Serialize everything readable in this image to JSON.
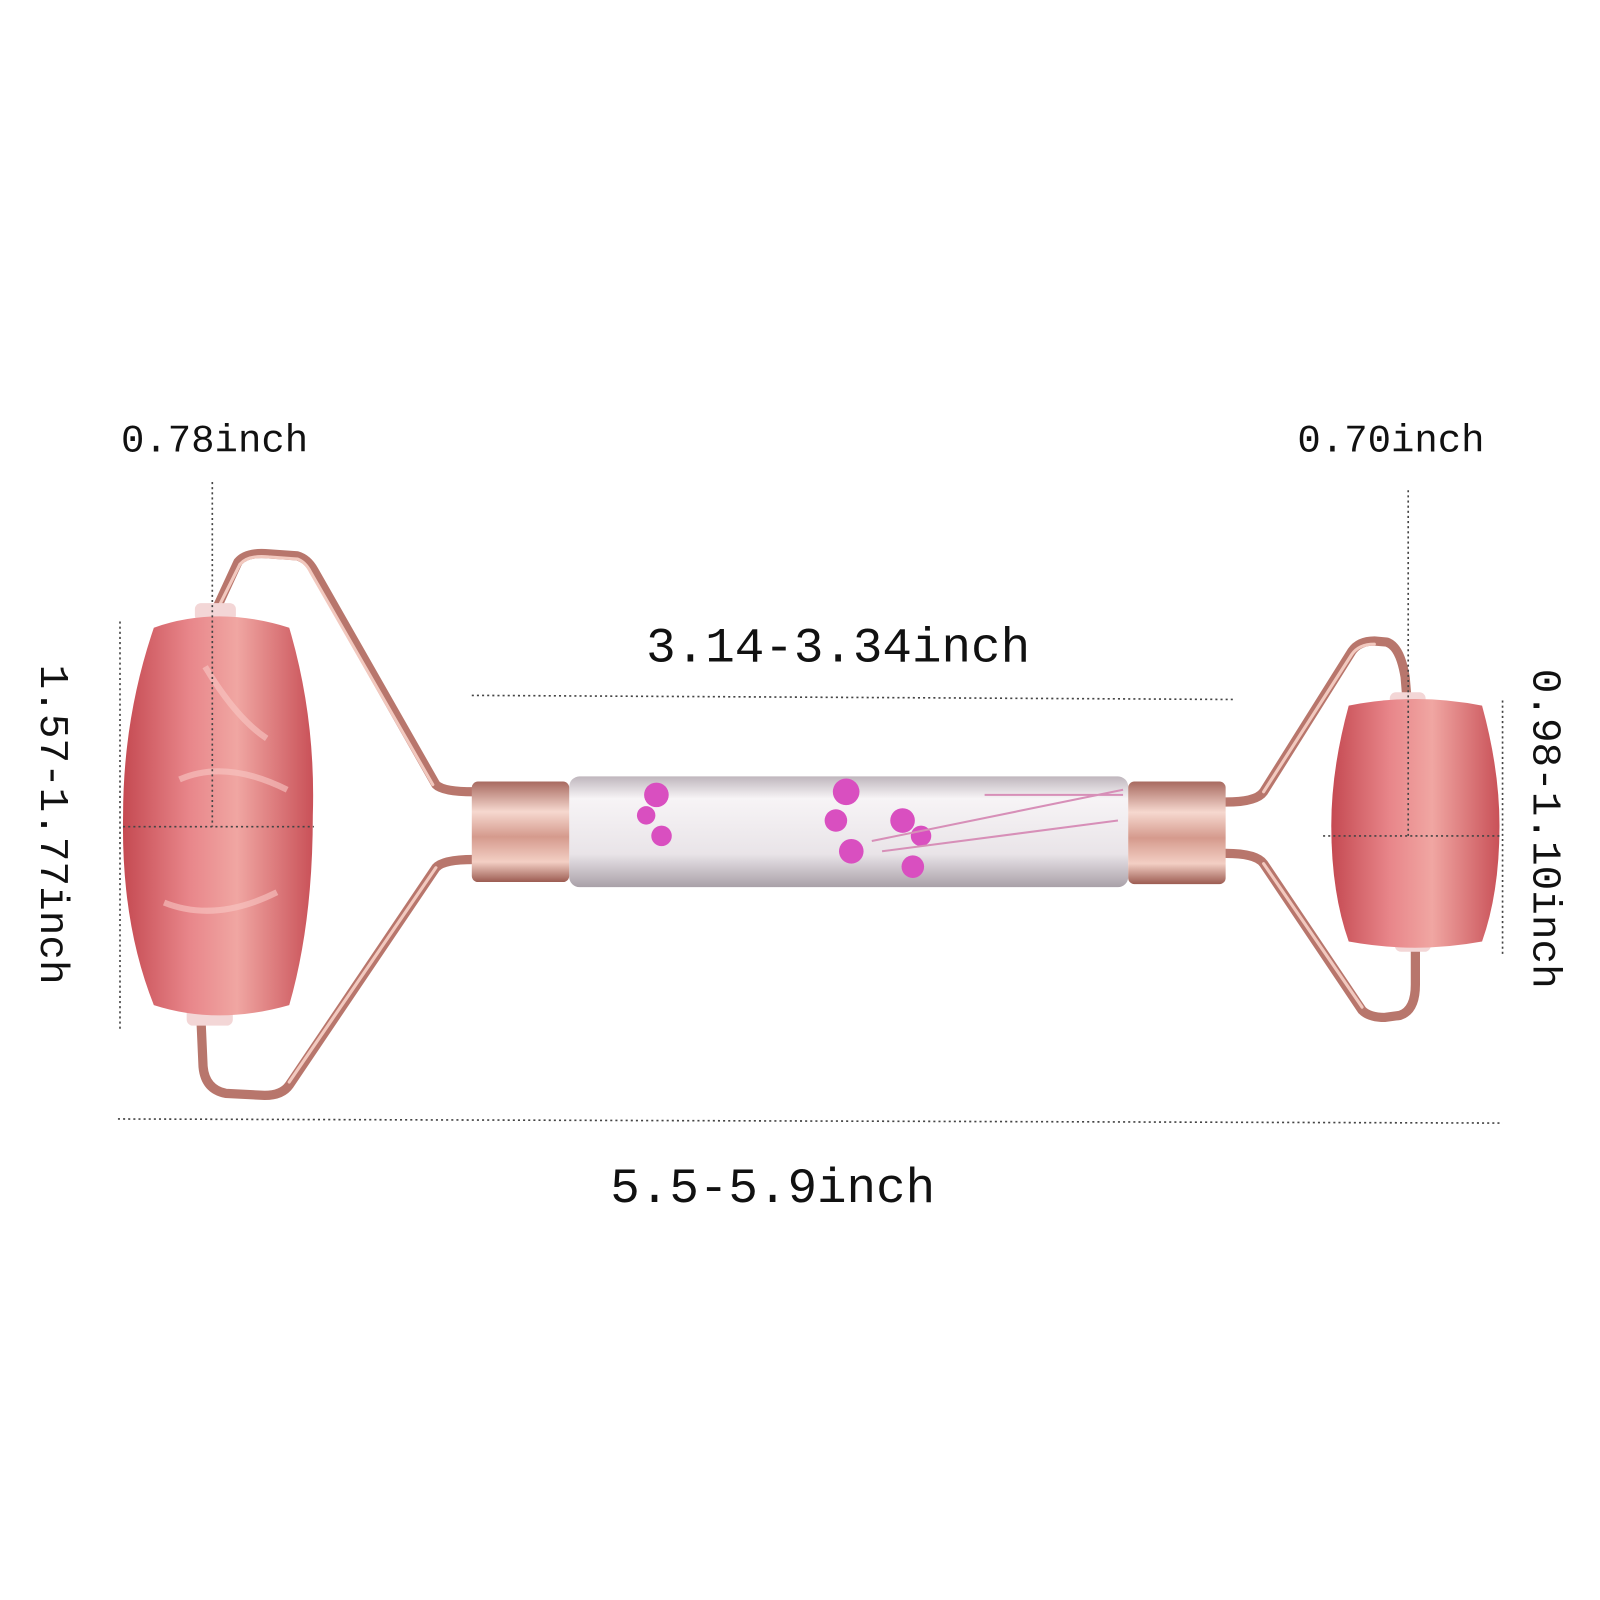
{
  "dimensions": {
    "left_roller_width": "0.78inch",
    "right_roller_width": "0.70inch",
    "handle_length": "3.14-3.34inch",
    "total_length": "5.5-5.9inch",
    "left_roller_length": "1.57-1.77inch",
    "right_roller_length": "0.98-1.10inch"
  },
  "colors": {
    "stone": "#e07a78",
    "stone_dark": "#c94f55",
    "metal": "#c98c80",
    "flower": "#d94fc0",
    "background": "#ffffff"
  }
}
